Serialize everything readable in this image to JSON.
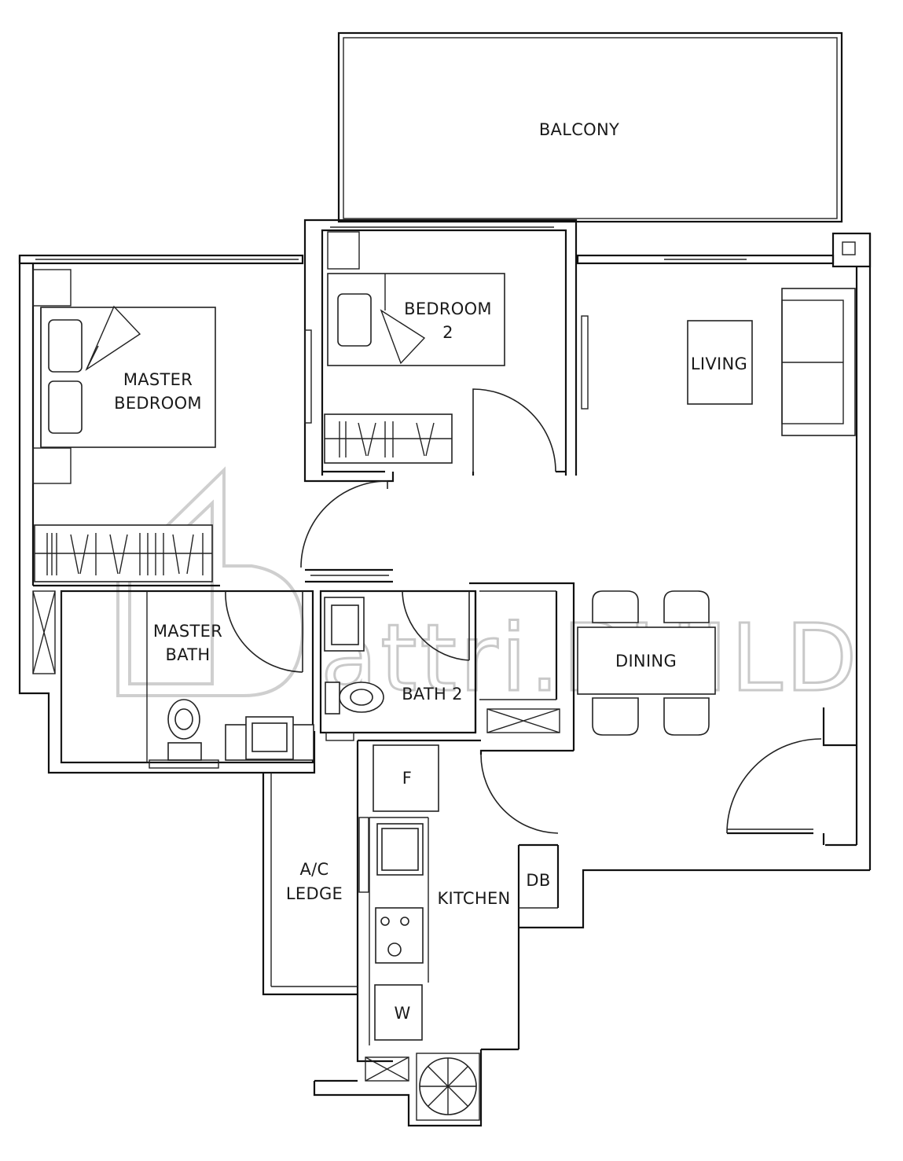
{
  "rooms": {
    "balcony": "BALCONY",
    "bedroom2_line1": "BEDROOM",
    "bedroom2_line2": "2",
    "master_bedroom_line1": "MASTER",
    "master_bedroom_line2": "BEDROOM",
    "living": "LIVING",
    "master_bath_line1": "MASTER",
    "master_bath_line2": "BATH",
    "dining": "DINING",
    "bath2": "BATH 2",
    "ac_ledge_line1": "A/C",
    "ac_ledge_line2": "LEDGE",
    "kitchen": "KITCHEN",
    "fridge": "F",
    "washer": "W",
    "db": "DB"
  },
  "watermark": {
    "text": "attri.BUILD"
  },
  "colors": {
    "line": "#111111",
    "watermark": "#c9c9c9",
    "background": "#ffffff"
  }
}
